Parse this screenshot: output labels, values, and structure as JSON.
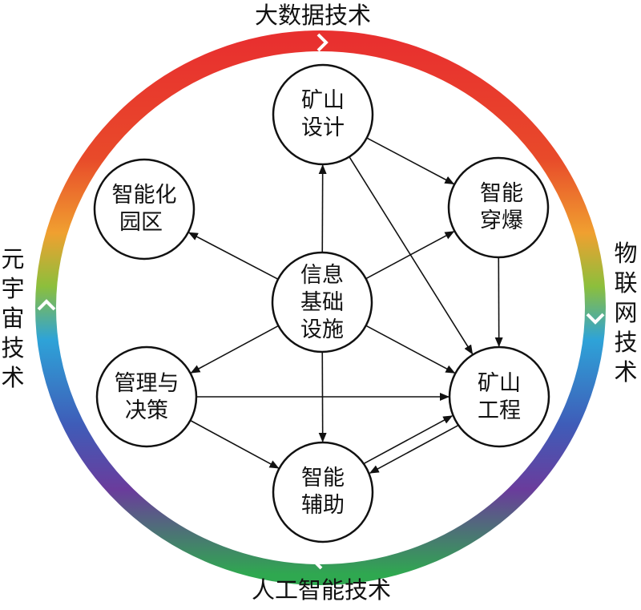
{
  "ring_labels": {
    "top": "大数据技术",
    "right": "物联网技术",
    "bottom": "人工智能技术",
    "left": "元宇宙技术"
  },
  "nodes": {
    "center": {
      "lines": [
        "信息",
        "基础",
        "设施"
      ]
    },
    "design": {
      "lines": [
        "矿山",
        "设计"
      ]
    },
    "blasting": {
      "lines": [
        "智能",
        "穿爆"
      ]
    },
    "park": {
      "lines": [
        "智能化",
        "园区"
      ]
    },
    "mgmt": {
      "lines": [
        "管理与",
        "决策"
      ]
    },
    "engineering": {
      "lines": [
        "矿山",
        "工程"
      ]
    },
    "assist": {
      "lines": [
        "智能",
        "辅助"
      ]
    }
  },
  "colors": {
    "ring_top": "#e8302f",
    "ring_upper_side": "#f0a030",
    "ring_mid_side": "#2ea3d8",
    "ring_lower_side": "#6a3c9c",
    "ring_bottom": "#2fa850",
    "node_stroke": "#111111",
    "arrow": "#111111"
  }
}
